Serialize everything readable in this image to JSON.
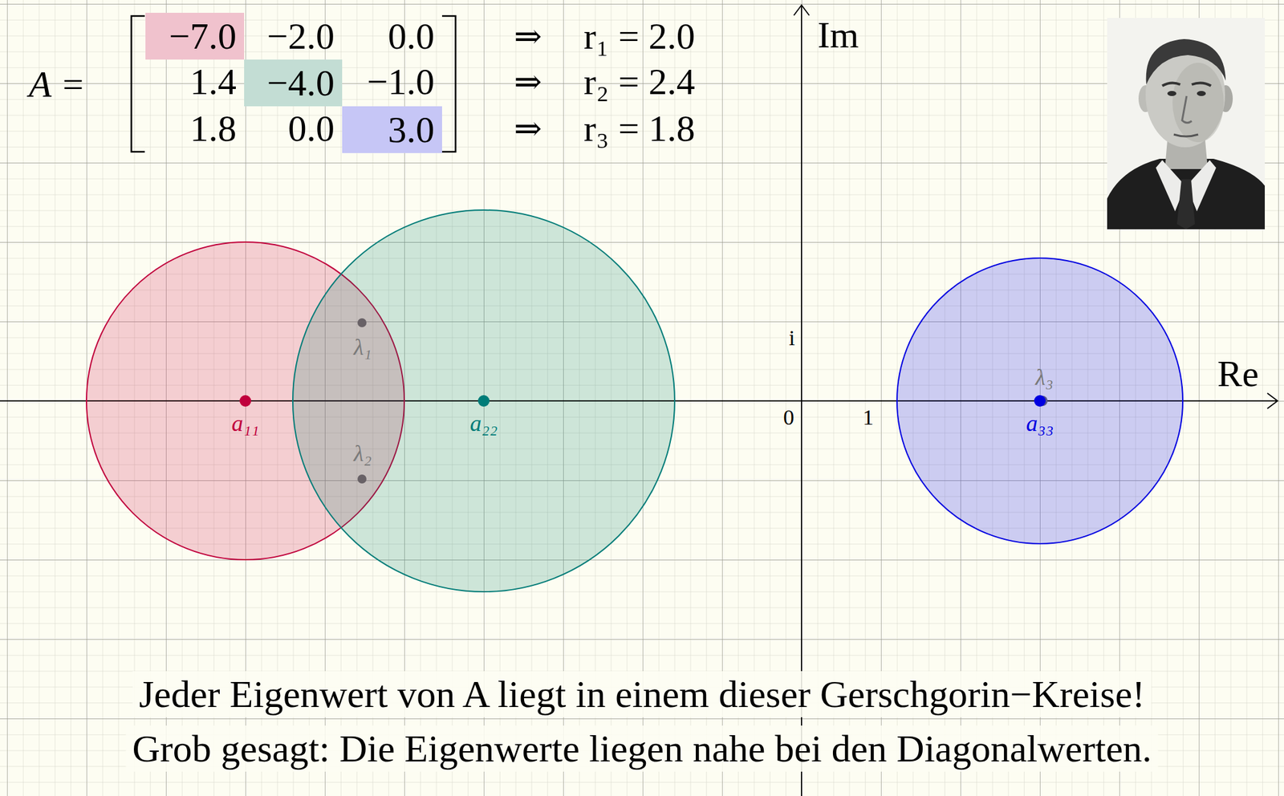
{
  "diagram": {
    "nodes": [
      {
        "text": [
          "−7.0"
        ]
      },
      {
        "text": [
          "−4.0"
        ]
      },
      {
        "text": [
          "3.0"
        ]
      },
      {
        "text": [
          "a₁₁"
        ]
      },
      {
        "text": [
          "a₂₂"
        ]
      },
      {
        "text": [
          "a₃₃"
        ]
      }
    ],
    "labels": [
      "A =",
      "−2.0",
      "0.0",
      "⇒",
      "r₁ = 2.0",
      "1.4",
      "−1.0",
      "⇒",
      "r₂ = 2.4",
      "1.8",
      "0.0",
      "⇒",
      "r₃ = 1.8",
      "Im",
      "i",
      "Re",
      "0",
      "1",
      "λ₁",
      "λ₂",
      "λ₃",
      "Jeder Eigenwert von A liegt in einem dieser Gerschgorin−Kreise!",
      "Grob gesagt: Die Eigenwerte liegen nahe bei den Diagonalwerten."
    ]
  }
}
